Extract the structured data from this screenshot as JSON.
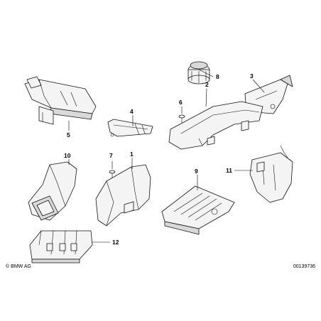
{
  "callouts": [
    "1",
    "2",
    "3",
    "4",
    "5",
    "6",
    "7",
    "8",
    "9",
    "10",
    "11",
    "12"
  ],
  "footer": {
    "brand_symbol": "©",
    "brand_text": "BMW AG",
    "doc_number": "00139736"
  }
}
